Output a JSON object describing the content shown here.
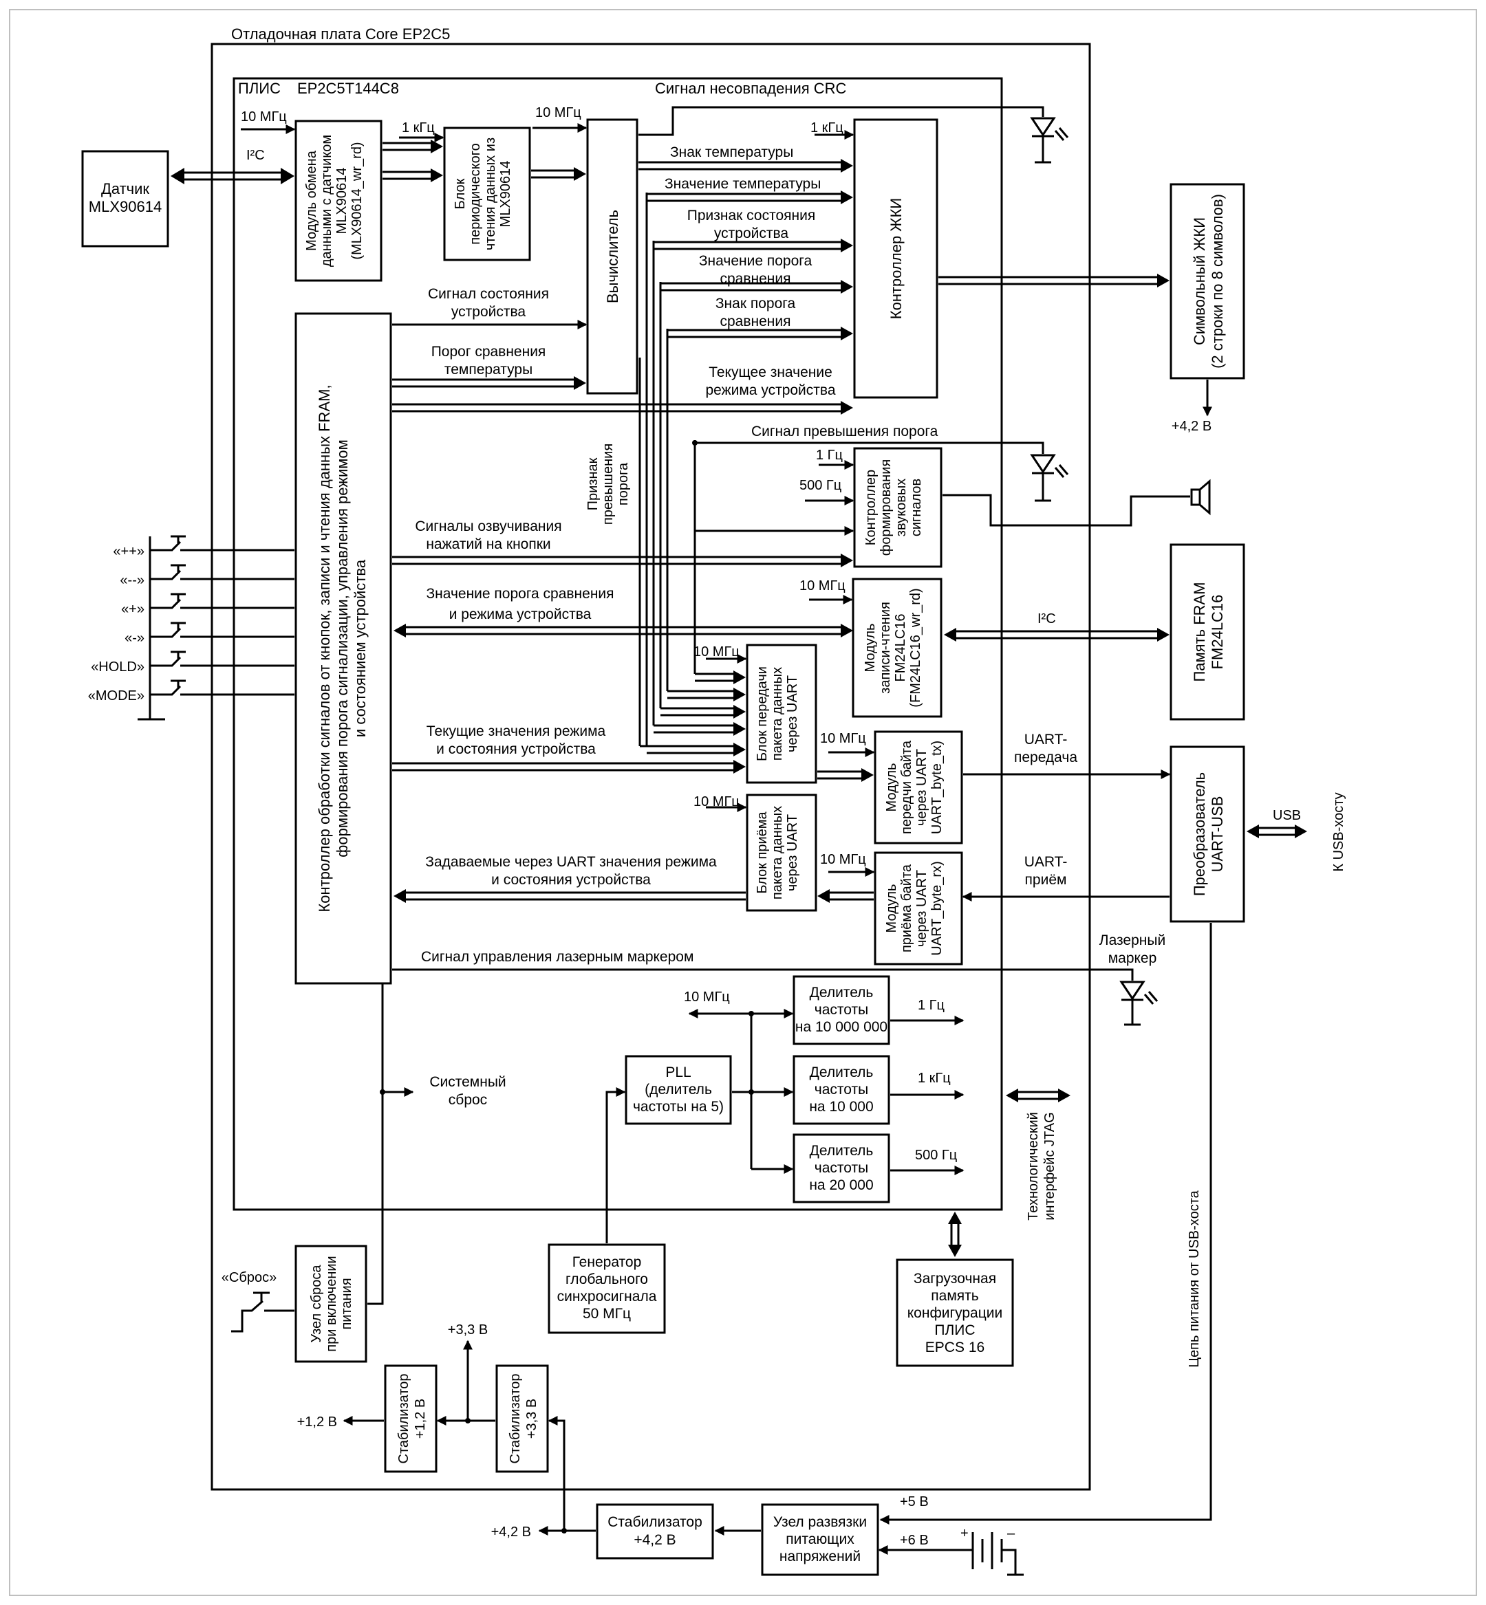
{
  "board_label": "Отладочная плата Core EP2C5",
  "fpga_label": [
    "ПЛИС",
    "EP2C5T144C8"
  ],
  "blocks": {
    "sensor": [
      "Датчик",
      "MLX90614"
    ],
    "exchange": [
      "Модуль обмена",
      "данными с датчиком",
      "MLX90614",
      "(MLX90614_wr_rd)"
    ],
    "periodic": [
      "Блок",
      "периодического",
      "чтения данных из",
      "MLX90614"
    ],
    "calc": [
      "Вычислитель"
    ],
    "lcd_ctrl": [
      "Контроллер ЖКИ"
    ],
    "lcd": [
      "Символьный ЖКИ",
      "(2 строки по 8 символов)"
    ],
    "main_ctrl": [
      "Контроллер обработки сигналов от кнопок, записи и чтения данных FRAM,",
      "формирования порога сигнализации, управления режимом",
      "и состоянием устройства"
    ],
    "sound_ctrl": [
      "Контроллер",
      "формирования",
      "звуковых",
      "сигналов"
    ],
    "fram_module": [
      "Модуль",
      "записи-чтения",
      "FM24LC16",
      "(FM24LC16_wr_rd)"
    ],
    "fram": [
      "Память FRAM",
      "FM24LC16"
    ],
    "uart_tx_block": [
      "Блок передачи",
      "пакета данных",
      "через UART"
    ],
    "uart_tx_byte": [
      "Модуль",
      "передчи байта",
      "через UART",
      "UART_byte_tx)"
    ],
    "uart_rx_block": [
      "Блок приёма",
      "пакета данных",
      "через UART"
    ],
    "uart_rx_byte": [
      "Модуль",
      "приёма байта",
      "через UART",
      "UART_byte_rx)"
    ],
    "usb_conv": [
      "Преобразователь",
      "UART-USB"
    ],
    "div1": [
      "Делитель",
      "частоты",
      "на 10 000 000"
    ],
    "div2": [
      "Делитель",
      "частоты",
      "на 10 000"
    ],
    "div3": [
      "Делитель",
      "частоты",
      "на 20 000"
    ],
    "pll": [
      "PLL",
      "(делитель",
      "частоты на 5)"
    ],
    "generator": [
      "Генератор",
      "глобального",
      "синхросигнала",
      "50 МГц"
    ],
    "config_mem": [
      "Загрузочная",
      "память",
      "конфигурации",
      "ПЛИС",
      "EPCS 16"
    ],
    "reset_node": [
      "Узел сброса",
      "при включении",
      "питания"
    ],
    "stab12": [
      "Стабилизатор",
      "+1,2 В"
    ],
    "stab33": [
      "Стабилизатор",
      "+3,3 В"
    ],
    "stab42": [
      "Стабилизатор",
      "+4,2 В"
    ],
    "decouple": [
      "Узел развязки",
      "питающих",
      "напряжений"
    ]
  },
  "signals": {
    "crc_mismatch": "Сигнал несовпадения CRC",
    "temp_sign": "Знак температуры",
    "temp_value": "Значение температуры",
    "state_flag": [
      "Признак состояния",
      "устройства"
    ],
    "threshold_value": [
      "Значение порога",
      "сравнения"
    ],
    "threshold_sign": [
      "Знак порога",
      "сравнения"
    ],
    "device_state_signal": [
      "Сигнал состояния",
      "устройства"
    ],
    "compare_threshold": [
      "Порог сравнения",
      "температуры"
    ],
    "current_mode": [
      "Текущее значение",
      "режима устройства"
    ],
    "threshold_exceed_signal": "Сигнал превышения порога",
    "threshold_exceed_flag": [
      "Признак",
      "превышения",
      "порога"
    ],
    "button_sounds": [
      "Сигналы озвучивания",
      "нажатий на кнопки"
    ],
    "threshold_mode_value": [
      "Значение порога сравнения",
      "и режима устройства"
    ],
    "current_mode_state": [
      "Текущие значения режима",
      "и состояния устройства"
    ],
    "uart_set_values": [
      "Задаваемые через UART значения режима",
      "и состояния устройства"
    ],
    "laser_control": "Сигнал управления лазерным маркером",
    "laser_marker": [
      "Лазерный",
      "маркер"
    ],
    "system_reset": [
      "Системный",
      "сброс"
    ],
    "uart_tx": [
      "UART-",
      "передача"
    ],
    "uart_rx": [
      "UART-",
      "приём"
    ],
    "usb": "USB",
    "to_usb_host": "К USB-хосту",
    "usb_power_chain": "Цепь питания от USB-хоста",
    "jtag": [
      "Технологический",
      "интерфейс JTAG"
    ],
    "i2c_sensor": "I²C",
    "i2c_fram": "I²C",
    "reset_button": "«Сброс»"
  },
  "frequencies": {
    "f10_exchange": "10 МГц",
    "f1k_periodic": "1 кГц",
    "f10_calc": "10 МГц",
    "f1k_lcd": "1 кГц",
    "f1hz_sound": "1 Гц",
    "f500_sound": "500 Гц",
    "f10_fram": "10 МГц",
    "f10_uarttx": "10 МГц",
    "f10_txbyte": "10 МГц",
    "f10_uartrx": "10 МГц",
    "f10_rxbyte": "10 МГц",
    "f10_pll_out": "10 МГц",
    "out_1hz": "1 Гц",
    "out_1khz": "1 кГц",
    "out_500hz": "500 Гц"
  },
  "buttons": [
    "«++»",
    "«--»",
    "«+»",
    "«-»",
    "«HOLD»",
    "«MODE»"
  ],
  "voltages": {
    "v42_lcd": "+4,2 В",
    "v33": "+3,3 В",
    "v12": "+1,2 В",
    "v42_out": "+4,2 В",
    "v5": "+5 В",
    "v6": "+6 В",
    "bat_plus": "+",
    "bat_minus": "–"
  }
}
